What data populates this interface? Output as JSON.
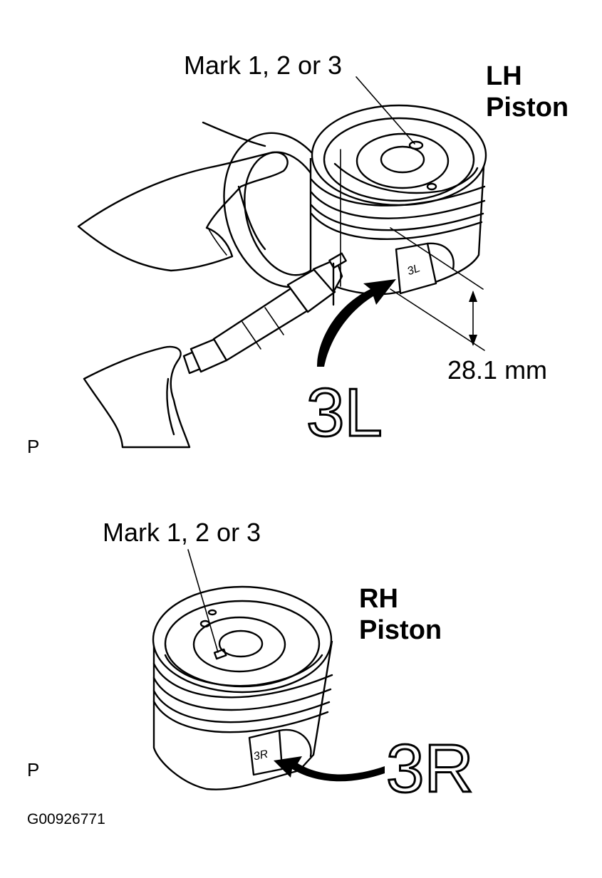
{
  "top_view": {
    "mark_label": "Mark 1, 2 or 3",
    "title_line1": "LH",
    "title_line2": "Piston",
    "dimension": "28.1 mm",
    "stamp_code": "3L",
    "engraved_mark": "3L",
    "view_marker": "P"
  },
  "bottom_view": {
    "mark_label": "Mark 1, 2 or 3",
    "title_line1": "RH",
    "title_line2": "Piston",
    "stamp_code": "3R",
    "engraved_mark": "3R",
    "view_marker": "P"
  },
  "figure_code": "G00926771"
}
